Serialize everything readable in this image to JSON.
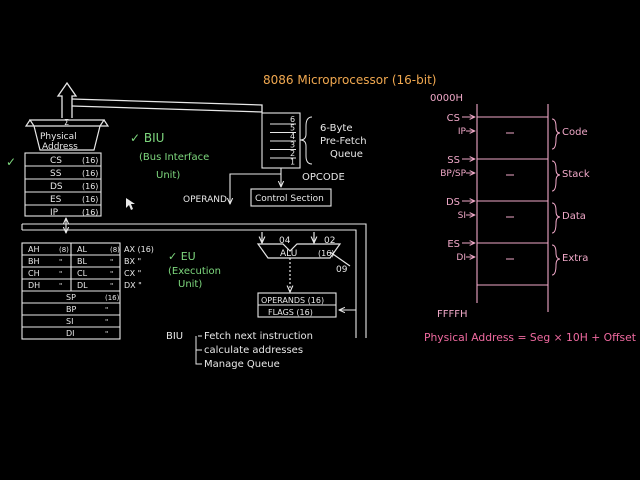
{
  "title": "8086 Microprocessor (16-bit)",
  "colors": {
    "background": "#000000",
    "diagram": "#e8e8e8",
    "orange": "#f0a850",
    "green": "#7ed87e",
    "pink": "#f06aa0",
    "memory": "#f0a8c8"
  },
  "biu": {
    "physical_address": [
      "Physical",
      "Address"
    ],
    "sigma": "Σ",
    "segment_regs": [
      "CS",
      "SS",
      "DS",
      "ES",
      "IP"
    ],
    "size": "(16)",
    "label_lines": [
      "✓ BIU",
      "(Bus Interface",
      "Unit)"
    ]
  },
  "queue": {
    "numbers": [
      "6",
      "5",
      "4",
      "3",
      "2",
      "1"
    ],
    "label_lines": [
      "6-Byte",
      "Pre-Fetch",
      "Queue"
    ],
    "opcode": "OPCODE",
    "operand": "OPERAND",
    "control": "Control Section"
  },
  "eu": {
    "general_rows": [
      {
        "hi": "AH",
        "hi_size": "(8)",
        "lo": "AL",
        "lo_size": "(8)",
        "pair": "AX (16)"
      },
      {
        "hi": "BH",
        "hi_size": "\"",
        "lo": "BL",
        "lo_size": "\"",
        "pair": "BX \""
      },
      {
        "hi": "CH",
        "hi_size": "\"",
        "lo": "CL",
        "lo_size": "\"",
        "pair": "CX \""
      },
      {
        "hi": "DH",
        "hi_size": "\"",
        "lo": "DL",
        "lo_size": "\"",
        "pair": "DX \""
      }
    ],
    "index_regs": [
      {
        "name": "SP",
        "size": "(16)"
      },
      {
        "name": "BP",
        "size": "\""
      },
      {
        "name": "SI",
        "size": "\""
      },
      {
        "name": "DI",
        "size": "\""
      }
    ],
    "label_lines": [
      "✓ EU",
      "(Execution",
      "Unit)"
    ],
    "alu": "ALU",
    "alu_size": "(16)",
    "alu_in_a": "04",
    "alu_in_b": "02",
    "alu_out": "09",
    "operands": "OPERANDS (16)",
    "flags": "FLAGS (16)"
  },
  "biu_notes": {
    "head": "BIU",
    "lines": [
      "Fetch next instruction",
      "calculate addresses",
      "Manage Queue"
    ]
  },
  "memory": {
    "top_address": "0000H",
    "bottom_address": "FFFFH",
    "segments": [
      {
        "reg": "CS",
        "ptr": "IP",
        "name": "Code"
      },
      {
        "reg": "SS",
        "ptr": "BP/SP",
        "name": "Stack"
      },
      {
        "reg": "DS",
        "ptr": "SI",
        "name": "Data"
      },
      {
        "reg": "ES",
        "ptr": "DI",
        "name": "Extra"
      }
    ],
    "formula": "Physical Address = Seg × 10H + Offset"
  }
}
